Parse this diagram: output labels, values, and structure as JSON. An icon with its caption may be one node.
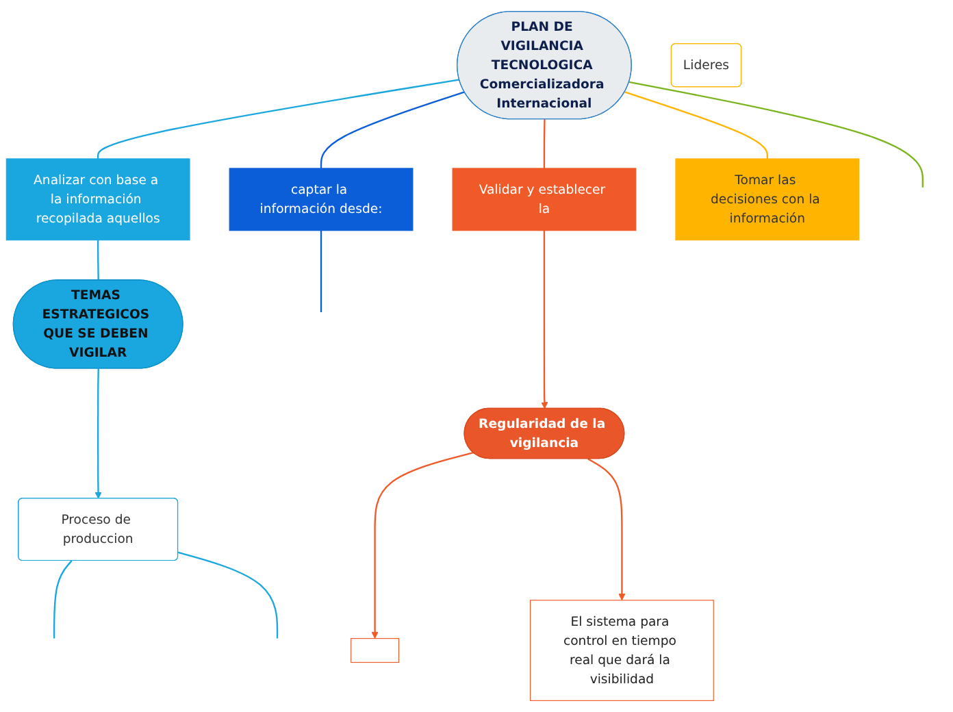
{
  "diagram": {
    "nodes": [
      {
        "text": [
          "PLAN DE VIGILANCIA TECNOLOGICA Comercializadora Internacional"
        ]
      },
      {
        "text": [
          "captar la información desde:"
        ]
      },
      {
        "text": [
          "Analizar con base a la información recopilada aquellos"
        ]
      },
      {
        "text": [
          "TEMAS ESTRATEGICOS QUE SE DEBEN VIGILAR"
        ]
      },
      {
        "text": [
          "Proceso de produccion"
        ]
      },
      {
        "text": [
          "Validar y establecer la"
        ]
      },
      {
        "text": [
          "Regularidad de la vigilancia"
        ]
      },
      {
        "text": [],
        "shape": "box"
      },
      {
        "text": [
          "El sistema para control en tiempo real que dará la visibilidad"
        ]
      },
      {
        "text": [
          "Tomar las decisiones con la información"
        ]
      },
      {
        "text": [
          "Lideres"
        ]
      }
    ],
    "edges": [
      {
        "from": 0,
        "to": 1,
        "arrow": "none",
        "color": "#0b5ed7"
      },
      {
        "from": 1,
        "to": null,
        "arrow": "none",
        "color": "#0b5ed7"
      },
      {
        "from": 0,
        "to": 2,
        "arrow": "none",
        "color": "#1aa7e0"
      },
      {
        "from": 2,
        "to": 3,
        "arrow": "none",
        "color": "#1aa7e0"
      },
      {
        "from": 3,
        "to": 4,
        "arrow": "to",
        "color": "#1aa7e0"
      },
      {
        "from": 4,
        "to": null,
        "arrow": "none",
        "color": "#1aa7e0"
      },
      {
        "from": 4,
        "to": null,
        "arrow": "none",
        "color": "#1aa7e0"
      },
      {
        "from": 0,
        "to": 5,
        "arrow": "none",
        "color": "#f05a28"
      },
      {
        "from": 5,
        "to": 6,
        "arrow": "to",
        "color": "#f05a28"
      },
      {
        "from": 6,
        "to": 7,
        "arrow": "to",
        "color": "#f05a28"
      },
      {
        "from": 6,
        "to": 8,
        "arrow": "to",
        "color": "#f05a28"
      },
      {
        "from": 0,
        "to": 9,
        "arrow": "none",
        "color": "#ffb400"
      },
      {
        "from": 0,
        "to": null,
        "arrow": "none",
        "color": "#7ab51d"
      }
    ]
  }
}
